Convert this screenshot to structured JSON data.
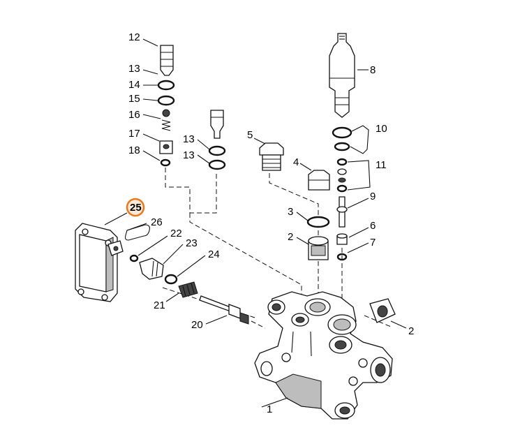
{
  "diagram": {
    "highlight_color": "#e8781e",
    "highlighted_part": "25",
    "labels": {
      "p1": "1",
      "p2a": "2",
      "p2b": "2",
      "p3": "3",
      "p4": "4",
      "p5": "5",
      "p6": "6",
      "p7": "7",
      "p8": "8",
      "p9": "9",
      "p10": "10",
      "p11": "11",
      "p12": "12",
      "p13a": "13",
      "p13b": "13",
      "p13c": "13",
      "p14": "14",
      "p15": "15",
      "p16": "16",
      "p17": "17",
      "p18": "18",
      "p20": "20",
      "p21": "21",
      "p22": "22",
      "p23": "23",
      "p24": "24",
      "p25": "25",
      "p26": "26"
    }
  }
}
